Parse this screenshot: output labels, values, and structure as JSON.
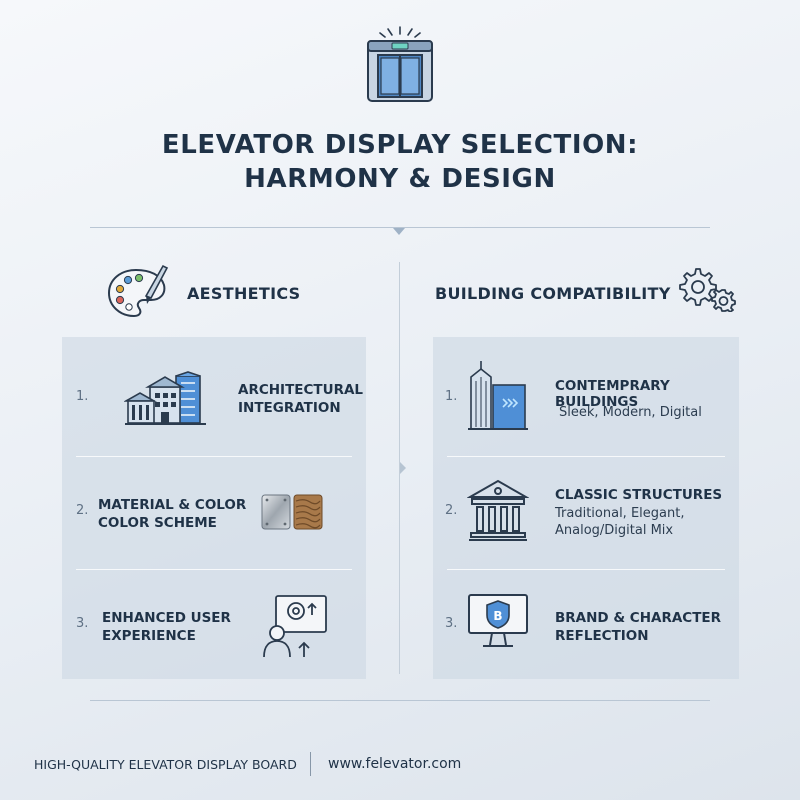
{
  "header": {
    "title_line1": "ELEVATOR DISPLAY SELECTION:",
    "title_line2": "HARMONY & DESIGN",
    "icon": "elevator-icon"
  },
  "aesthetics": {
    "heading": "AESTHETICS",
    "icon": "palette-icon",
    "items": [
      {
        "number": "1.",
        "title_line1": "ARCHITECTURAL",
        "title_line2": "INTEGRATION",
        "icon": "buildings-icon"
      },
      {
        "number": "2.",
        "title_line1": "MATERIAL & COLOR",
        "title_line2": "COLOR SCHEME",
        "icon": "material-swatches-icon"
      },
      {
        "number": "3.",
        "title_line1": "ENHANCED USER",
        "title_line2": "EXPERIENCE",
        "icon": "user-screen-icon"
      }
    ]
  },
  "compatibility": {
    "heading": "BUILDING COMPATIBILITY",
    "icon": "gears-icon",
    "items": [
      {
        "number": "1.",
        "title_line1": "CONTEMPRARY",
        "title_line2": "BUILDINGS",
        "subtitle_lines": [
          "Sleek, Modern, Digital"
        ],
        "icon": "skyscraper-icon"
      },
      {
        "number": "2.",
        "title_line1": "CLASSIC STRUCTURES",
        "subtitle_lines": [
          "Traditional, Elegant,",
          "Analog/Digital Mix"
        ],
        "icon": "classic-building-icon"
      },
      {
        "number": "3.",
        "title_line1": "BRAND & CHARACTER",
        "title_line2": "REFLECTION",
        "icon": "brand-monitor-icon"
      }
    ]
  },
  "footer": {
    "left": "HIGH-QUALITY ELEVATOR DISPLAY BOARD",
    "right": "www.felevator.com"
  },
  "colors": {
    "text": "#1f3247",
    "accent_blue": "#4a90d9",
    "panel": "#cdd8e4"
  }
}
